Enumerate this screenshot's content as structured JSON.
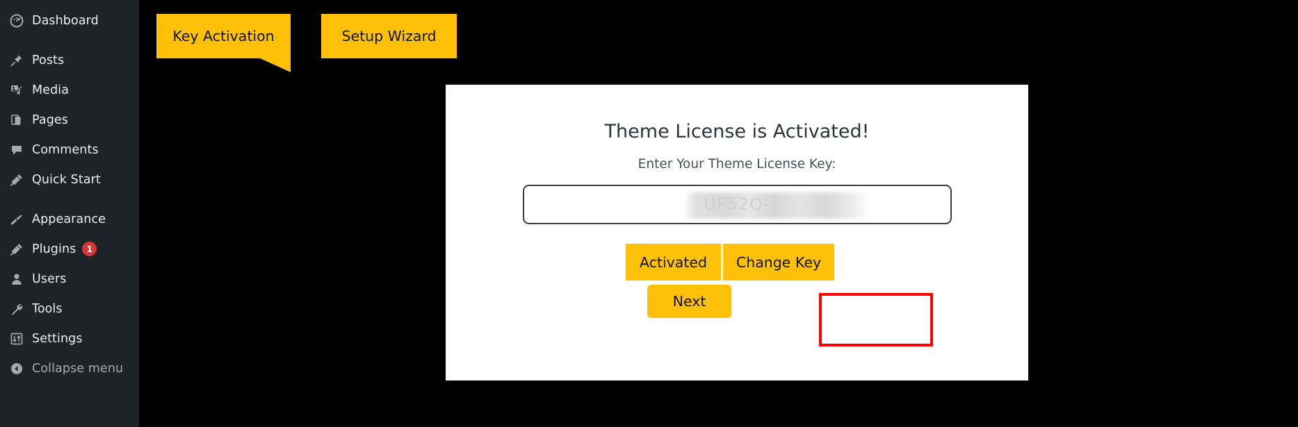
{
  "sidebar": {
    "items": [
      {
        "label": "Dashboard",
        "icon": "dashboard-icon",
        "badge": null,
        "dim": false,
        "gap_before": false
      },
      {
        "label": "Posts",
        "icon": "pin-icon",
        "badge": null,
        "dim": false,
        "gap_before": true
      },
      {
        "label": "Media",
        "icon": "media-icon",
        "badge": null,
        "dim": false,
        "gap_before": false
      },
      {
        "label": "Pages",
        "icon": "pages-icon",
        "badge": null,
        "dim": false,
        "gap_before": false
      },
      {
        "label": "Comments",
        "icon": "comment-icon",
        "badge": null,
        "dim": false,
        "gap_before": false
      },
      {
        "label": "Quick Start",
        "icon": "plug-icon",
        "badge": null,
        "dim": false,
        "gap_before": false
      },
      {
        "label": "Appearance",
        "icon": "brush-icon",
        "badge": null,
        "dim": false,
        "gap_before": true
      },
      {
        "label": "Plugins",
        "icon": "plug-icon",
        "badge": "1",
        "dim": false,
        "gap_before": false
      },
      {
        "label": "Users",
        "icon": "user-icon",
        "badge": null,
        "dim": false,
        "gap_before": false
      },
      {
        "label": "Tools",
        "icon": "wrench-icon",
        "badge": null,
        "dim": false,
        "gap_before": false
      },
      {
        "label": "Settings",
        "icon": "settings-icon",
        "badge": null,
        "dim": false,
        "gap_before": false
      },
      {
        "label": "Collapse menu",
        "icon": "collapse-arrow-icon",
        "badge": null,
        "dim": true,
        "gap_before": false
      }
    ],
    "background_color": "#1d2327",
    "badge_color": "#d63638"
  },
  "tabs": [
    {
      "label": "Key Activation",
      "active": true
    },
    {
      "label": "Setup Wizard",
      "active": false
    }
  ],
  "card": {
    "title": "Theme License is Activated!",
    "subtitle": "Enter Your Theme License Key:",
    "license_key": {
      "visible_prefix": "UF52Q-",
      "redacted": true
    },
    "buttons": {
      "activated": "Activated",
      "change_key": "Change Key",
      "next": "Next"
    }
  },
  "colors": {
    "accent_yellow": "#ffc107",
    "highlight_red": "#ff0000",
    "sidebar_dark": "#1d2327",
    "canvas_black": "#000000"
  }
}
